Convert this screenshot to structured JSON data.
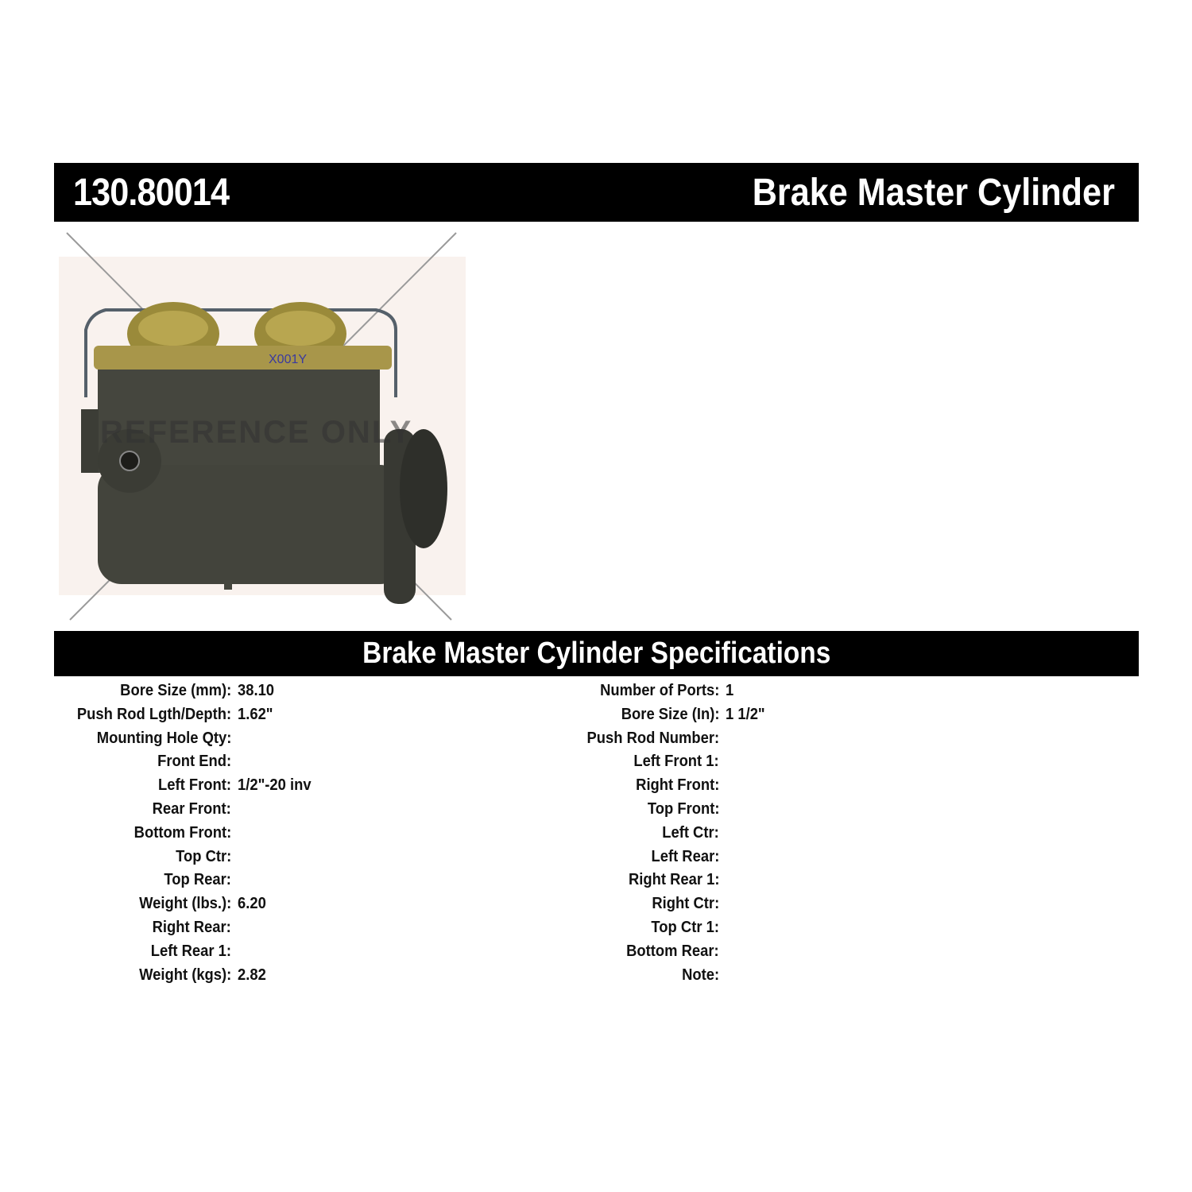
{
  "header": {
    "part_number": "130.80014",
    "product_name": "Brake Master Cylinder"
  },
  "image": {
    "alt": "Brake master cylinder product photo",
    "watermark": "REFERENCE ONLY",
    "stamp_text": "X001Y"
  },
  "specs": {
    "title": "Brake Master Cylinder Specifications",
    "left": [
      {
        "label": "Bore Size (mm):",
        "value": "38.10"
      },
      {
        "label": "Push Rod Lgth/Depth:",
        "value": "1.62\""
      },
      {
        "label": "Mounting Hole Qty:",
        "value": ""
      },
      {
        "label": "Front End:",
        "value": ""
      },
      {
        "label": "Left Front:",
        "value": "1/2\"-20 inv"
      },
      {
        "label": "Rear Front:",
        "value": ""
      },
      {
        "label": "Bottom Front:",
        "value": ""
      },
      {
        "label": "Top Ctr:",
        "value": ""
      },
      {
        "label": "Top Rear:",
        "value": ""
      },
      {
        "label": "Weight (lbs.):",
        "value": "6.20"
      },
      {
        "label": "Right Rear:",
        "value": ""
      },
      {
        "label": "Left Rear 1:",
        "value": ""
      },
      {
        "label": "Weight (kgs):",
        "value": "2.82"
      }
    ],
    "right": [
      {
        "label": "Number of Ports:",
        "value": "1"
      },
      {
        "label": "Bore Size (In):",
        "value": "1 1/2\""
      },
      {
        "label": "Push Rod Number:",
        "value": ""
      },
      {
        "label": "Left Front 1:",
        "value": ""
      },
      {
        "label": "Right Front:",
        "value": ""
      },
      {
        "label": "Top Front:",
        "value": ""
      },
      {
        "label": "Left Ctr:",
        "value": ""
      },
      {
        "label": "Left Rear:",
        "value": ""
      },
      {
        "label": "Right Rear 1:",
        "value": ""
      },
      {
        "label": "Right Ctr:",
        "value": ""
      },
      {
        "label": "Top Ctr 1:",
        "value": ""
      },
      {
        "label": "Bottom Rear:",
        "value": ""
      },
      {
        "label": "Note:",
        "value": ""
      }
    ]
  }
}
